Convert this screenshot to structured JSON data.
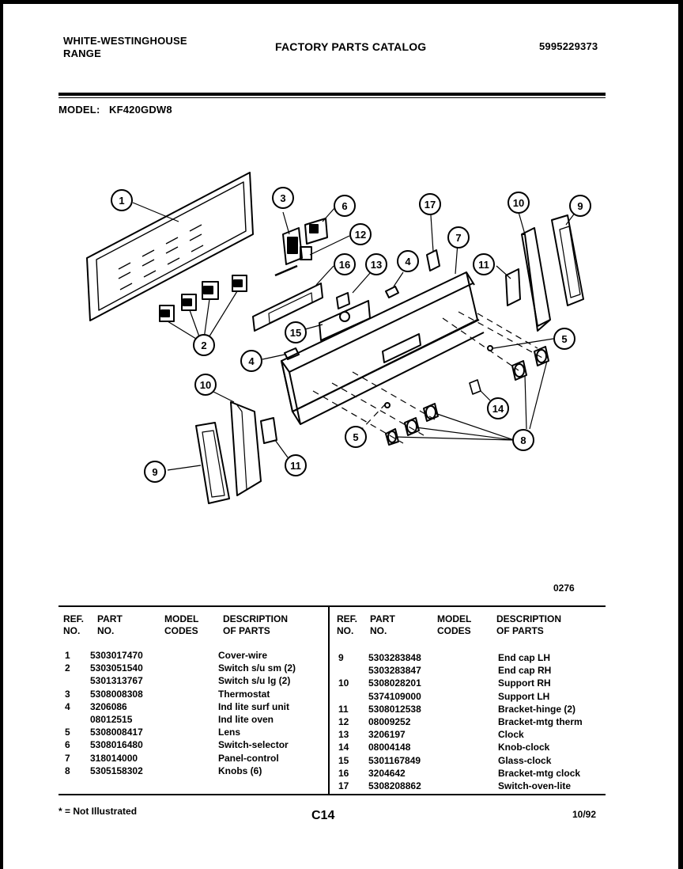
{
  "header": {
    "brand_line1": "WHITE-WESTINGHOUSE",
    "brand_line2": "RANGE",
    "catalog_title": "FACTORY PARTS CATALOG",
    "catalog_number": "5995229373",
    "model_label": "MODEL:",
    "model_value": "KF420GDW8"
  },
  "diagram": {
    "code": "0276",
    "callouts": [
      "1",
      "2",
      "3",
      "4",
      "4",
      "5",
      "5",
      "6",
      "7",
      "8",
      "9",
      "9",
      "10",
      "10",
      "11",
      "11",
      "12",
      "13",
      "14",
      "15",
      "16",
      "17"
    ]
  },
  "table": {
    "headers": {
      "ref": [
        "REF.",
        "NO."
      ],
      "part": [
        "PART",
        "NO."
      ],
      "model": [
        "MODEL",
        "CODES"
      ],
      "desc": [
        "DESCRIPTION",
        "OF PARTS"
      ]
    },
    "left_rows": [
      {
        "ref": "1",
        "part": "5303017470",
        "desc": "Cover-wire"
      },
      {
        "ref": "2",
        "part": "5303051540",
        "desc": "Switch s/u sm (2)"
      },
      {
        "ref": "",
        "part": "5301313767",
        "desc": "Switch s/u lg (2)"
      },
      {
        "ref": "3",
        "part": "5308008308",
        "desc": "Thermostat"
      },
      {
        "ref": "4",
        "part": "3206086",
        "desc": "Ind lite surf unit"
      },
      {
        "ref": "",
        "part": "08012515",
        "desc": "Ind lite oven"
      },
      {
        "ref": "5",
        "part": "5308008417",
        "desc": "Lens"
      },
      {
        "ref": "6",
        "part": "5308016480",
        "desc": "Switch-selector"
      },
      {
        "ref": "7",
        "part": "318014000",
        "desc": "Panel-control"
      },
      {
        "ref": "8",
        "part": "5305158302",
        "desc": "Knobs (6)"
      }
    ],
    "right_rows": [
      {
        "ref": "9",
        "part": "5303283848",
        "desc": "End cap LH"
      },
      {
        "ref": "",
        "part": "5303283847",
        "desc": "End cap RH"
      },
      {
        "ref": "10",
        "part": "5308028201",
        "desc": "Support RH"
      },
      {
        "ref": "",
        "part": "5374109000",
        "desc": "Support LH"
      },
      {
        "ref": "11",
        "part": "5308012538",
        "desc": "Bracket-hinge (2)"
      },
      {
        "ref": "12",
        "part": "08009252",
        "desc": "Bracket-mtg therm"
      },
      {
        "ref": "13",
        "part": "3206197",
        "desc": "Clock"
      },
      {
        "ref": "14",
        "part": "08004148",
        "desc": "Knob-clock"
      },
      {
        "ref": "15",
        "part": "5301167849",
        "desc": "Glass-clock"
      },
      {
        "ref": "16",
        "part": "3204642",
        "desc": "Bracket-mtg clock"
      },
      {
        "ref": "17",
        "part": "5308208862",
        "desc": "Switch-oven-lite"
      }
    ]
  },
  "footer": {
    "note": "* = Not Illustrated",
    "page": "C14",
    "date": "10/92"
  }
}
